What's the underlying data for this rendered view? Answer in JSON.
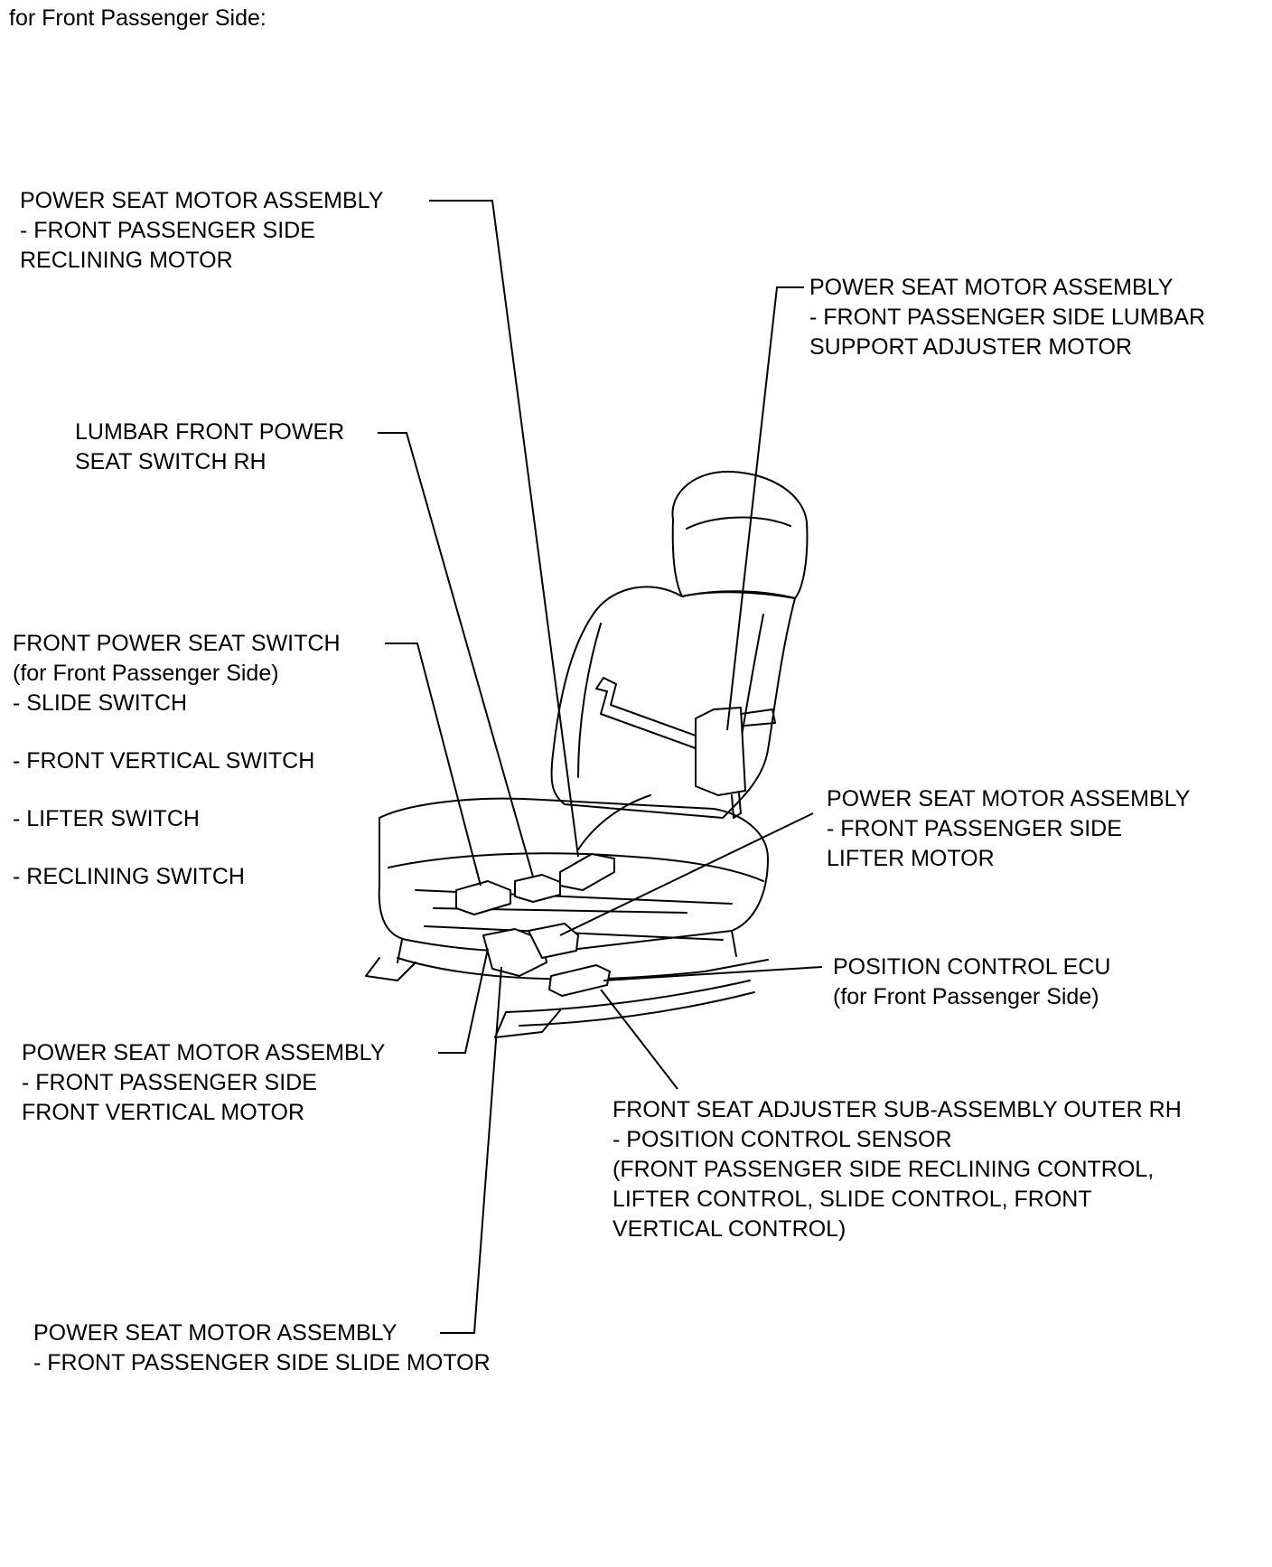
{
  "header": {
    "caption": "for Front Passenger Side:"
  },
  "callouts": {
    "reclining_motor": {
      "title": "POWER SEAT MOTOR ASSEMBLY",
      "lines": [
        "- FRONT PASSENGER SIDE",
        "RECLINING MOTOR"
      ]
    },
    "lumbar_motor": {
      "title": "POWER SEAT MOTOR ASSEMBLY",
      "lines": [
        "- FRONT PASSENGER SIDE LUMBAR",
        "SUPPORT ADJUSTER MOTOR"
      ]
    },
    "lumbar_switch": {
      "lines": [
        "LUMBAR FRONT POWER",
        "SEAT SWITCH RH"
      ]
    },
    "seat_switch": {
      "lines": [
        "FRONT POWER SEAT SWITCH",
        "(for Front Passenger Side)"
      ],
      "items": [
        "- SLIDE SWITCH",
        "- FRONT VERTICAL SWITCH",
        "- LIFTER SWITCH",
        "- RECLINING SWITCH"
      ]
    },
    "lifter_motor": {
      "title": "POWER SEAT MOTOR ASSEMBLY",
      "lines": [
        "- FRONT PASSENGER SIDE",
        "LIFTER MOTOR"
      ]
    },
    "position_ecu": {
      "lines": [
        "POSITION CONTROL ECU",
        "(for Front Passenger Side)"
      ]
    },
    "vertical_motor": {
      "title": "POWER SEAT MOTOR ASSEMBLY",
      "lines": [
        "- FRONT PASSENGER SIDE",
        "FRONT VERTICAL MOTOR"
      ]
    },
    "adjuster": {
      "title": "FRONT SEAT ADJUSTER SUB-ASSEMBLY OUTER RH",
      "lines": [
        "- POSITION CONTROL SENSOR",
        "(FRONT PASSENGER SIDE RECLINING CONTROL,",
        "LIFTER CONTROL, SLIDE CONTROL, FRONT",
        "VERTICAL CONTROL)"
      ]
    },
    "slide_motor": {
      "title": "POWER SEAT MOTOR ASSEMBLY",
      "lines": [
        "- FRONT PASSENGER SIDE SLIDE MOTOR"
      ]
    }
  }
}
